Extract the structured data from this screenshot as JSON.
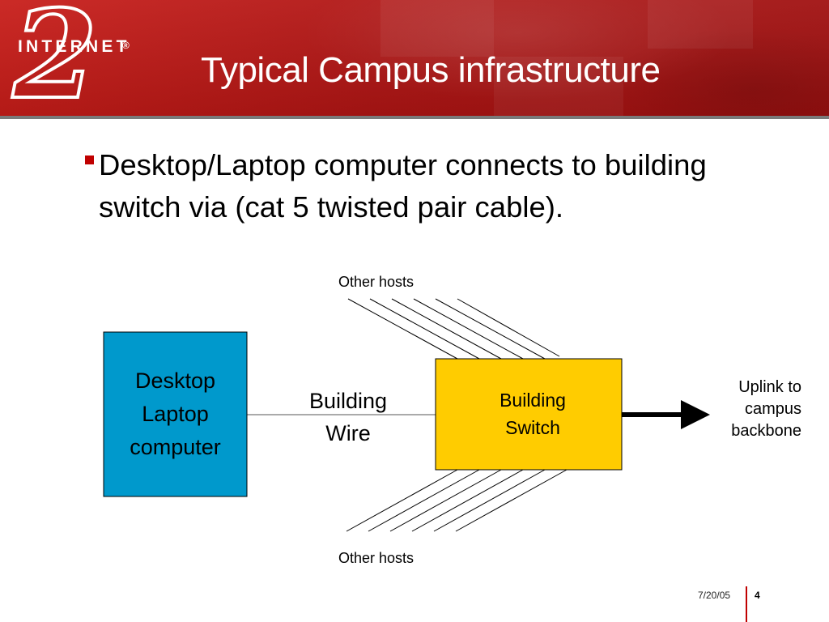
{
  "header": {
    "logo": {
      "wordmark": "INTERNET",
      "numeral": "2",
      "registered_mark": "®"
    },
    "title": "Typical Campus infrastructure"
  },
  "bullet": {
    "text": "Desktop/Laptop computer connects to building switch via (cat 5 twisted pair cable)."
  },
  "diagram": {
    "desktop_box": {
      "lines": [
        "Desktop",
        "Laptop",
        "computer"
      ],
      "fill": "#0099cc"
    },
    "wire_label": {
      "lines": [
        "Building",
        "Wire"
      ]
    },
    "switch_box": {
      "lines": [
        "Building",
        "Switch"
      ],
      "fill": "#ffcc00"
    },
    "uplink_label": {
      "lines": [
        "Uplink to",
        "campus",
        "backbone"
      ]
    },
    "other_hosts_top": "Other hosts",
    "other_hosts_bottom": "Other hosts"
  },
  "footer": {
    "date": "7/20/05",
    "page_number": "4"
  },
  "colors": {
    "header_red": "#b01514",
    "bullet_red": "#c00000",
    "footer_red": "#c00000"
  }
}
